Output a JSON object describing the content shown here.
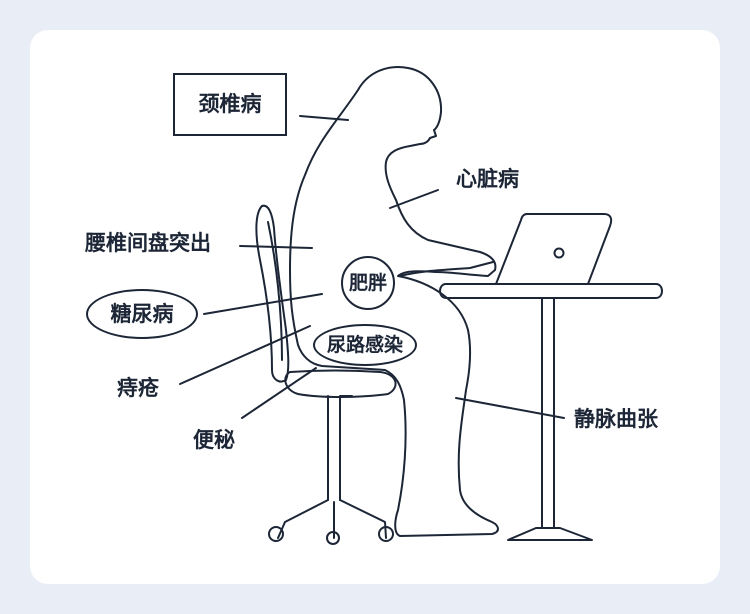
{
  "labels": {
    "cervical": "颈椎病",
    "heart": "心脏病",
    "lumbar_disc": "腰椎间盘突出",
    "obesity": "肥胖",
    "diabetes": "糖尿病",
    "urinary_infection": "尿路感染",
    "hemorrhoids": "痔疮",
    "constipation": "便秘",
    "varicose_veins": "静脉曲张"
  },
  "colors": {
    "line": "#1c2636",
    "card": "#ffffff",
    "background": "#e9eef6"
  }
}
